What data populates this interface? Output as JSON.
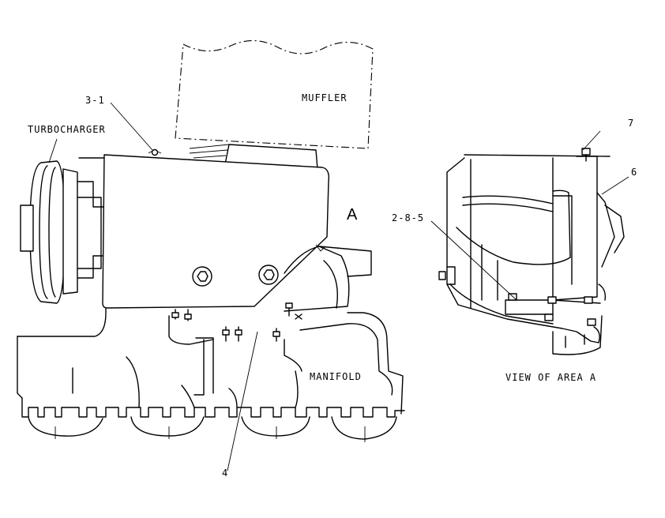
{
  "labels": {
    "muffler": "MUFFLER",
    "turbocharger": "TURBOCHARGER",
    "manifold": "MANIFOLD",
    "area_marker": "A",
    "view_caption": "VIEW OF AREA A",
    "callout_3_1": "3-1",
    "callout_4": "4",
    "callout_2_8_5": "2-8-5",
    "callout_6": "6",
    "callout_7": "7"
  }
}
